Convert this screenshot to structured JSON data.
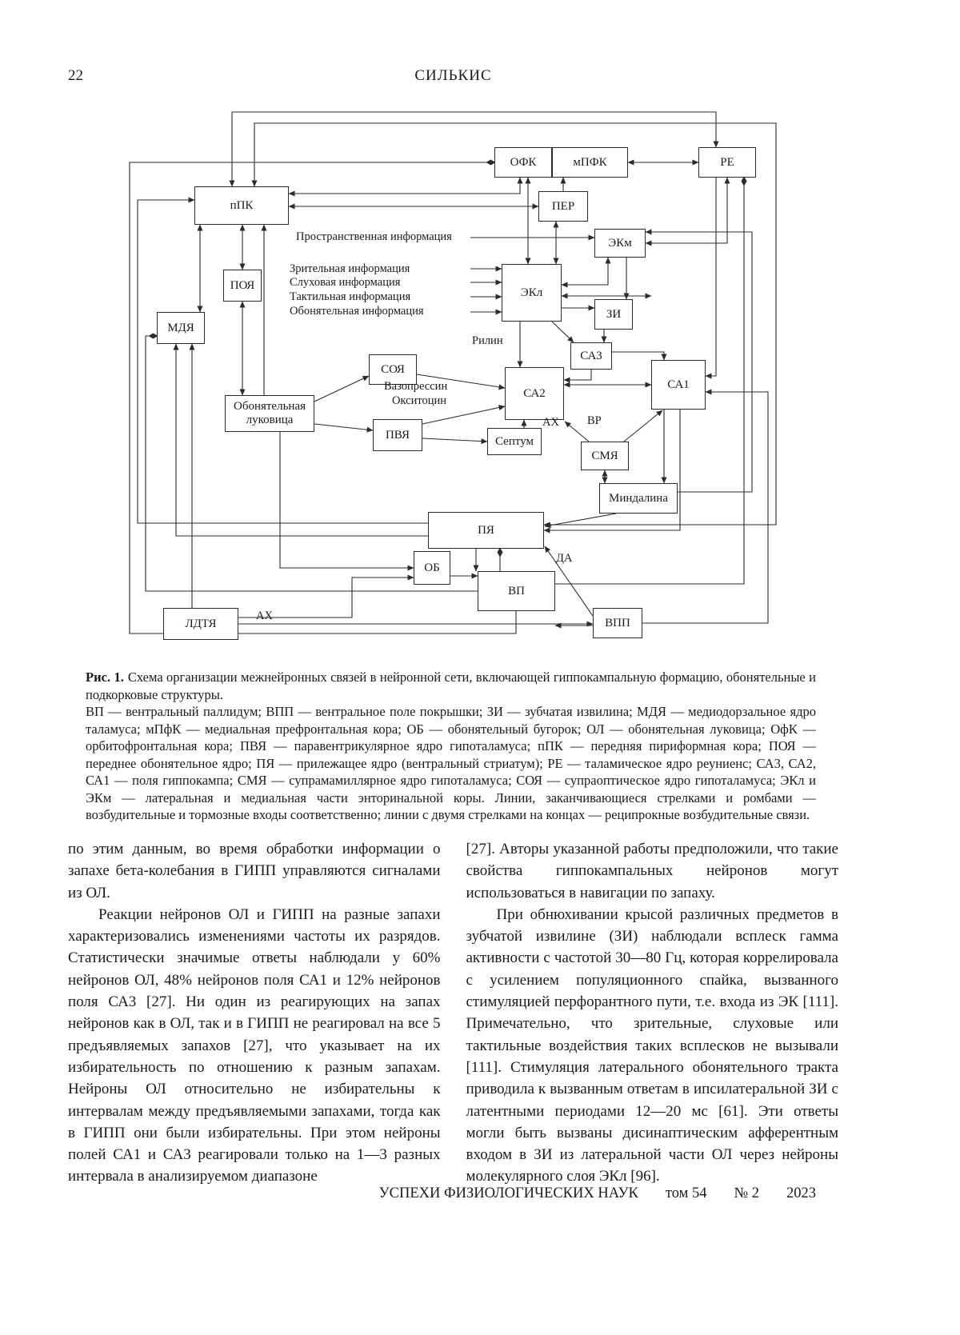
{
  "header": {
    "page_number": "22",
    "running_title": "СИЛЬКИС"
  },
  "diagram": {
    "nodes": [
      {
        "id": "ofk",
        "label": "ОФК"
      },
      {
        "id": "mpfk",
        "label": "мПФК"
      },
      {
        "id": "re",
        "label": "РЕ"
      },
      {
        "id": "ppk",
        "label": "пПК"
      },
      {
        "id": "per",
        "label": "ПЕР"
      },
      {
        "id": "ekm",
        "label": "ЭКм"
      },
      {
        "id": "poya",
        "label": "ПОЯ"
      },
      {
        "id": "ekl",
        "label": "ЭКл"
      },
      {
        "id": "zi",
        "label": "ЗИ"
      },
      {
        "id": "mdya",
        "label": "МДЯ"
      },
      {
        "id": "ca3",
        "label": "СА3"
      },
      {
        "id": "soya",
        "label": "СОЯ"
      },
      {
        "id": "ca2",
        "label": "СА2"
      },
      {
        "id": "ca1",
        "label": "СА1"
      },
      {
        "id": "olf-bulb",
        "label": "Обонятельная луковица"
      },
      {
        "id": "pvya",
        "label": "ПВЯ"
      },
      {
        "id": "septum",
        "label": "Септум"
      },
      {
        "id": "smya",
        "label": "СМЯ"
      },
      {
        "id": "amygdala",
        "label": "Миндалина"
      },
      {
        "id": "nacc",
        "label": "ПЯ"
      },
      {
        "id": "ob",
        "label": "ОБ"
      },
      {
        "id": "vp",
        "label": "ВП"
      },
      {
        "id": "ldtya",
        "label": "ЛДТЯ"
      },
      {
        "id": "vpp",
        "label": "ВПП"
      }
    ],
    "labels": [
      {
        "text": "Пространственная информация"
      },
      {
        "text": "Зрительная информация"
      },
      {
        "text": "Слуховая информация"
      },
      {
        "text": "Тактильная информация"
      },
      {
        "text": "Обонятельная информация"
      },
      {
        "text": "Рилин"
      },
      {
        "text": "Вазопрессин"
      },
      {
        "text": "Окситоцин"
      },
      {
        "text": "АХ"
      },
      {
        "text": "ВР"
      },
      {
        "text": "ДА"
      },
      {
        "text": "АХ"
      }
    ]
  },
  "figure": {
    "label": "Рис. 1.",
    "caption": "Схема организации межнейронных связей в нейронной сети, включающей гиппокампальную формацию, обонятельные и подкорковые структуры.",
    "legend": "ВП — вентральный паллидум; ВПП — вентральное поле покрышки; ЗИ — зубчатая извилина; МДЯ — медиодорзальное ядро таламуса; мПфК — медиальная префронтальная кора; ОБ — обонятельный бугорок; ОЛ — обонятельная луковица; ОфК — орбитофронтальная кора; ПВЯ — паравентрикулярное ядро гипоталамуса; пПК — передняя пириформная кора; ПОЯ — переднее обонятельное ядро; ПЯ — прилежащее ядро (вентральный стриатум); РЕ — таламическое ядро реуниенс; СА3, СА2, СА1 — поля гиппокампа; СМЯ — супрамамиллярное ядро гипоталамуса; СОЯ — супраоптическое ядро гипоталамуса; ЭКл и ЭКм — латеральная и медиальная части энторинальной коры. Линии, заканчивающиеся стрелками и ромбами — возбудительные и тормозные входы соответственно; линии с двумя стрелками на концах — реципрокные возбудительные связи."
  },
  "body": {
    "left": [
      "по этим данным, во время обработки информации о запахе бета-колебания в ГИПП управляются сигналами из ОЛ.",
      "Реакции нейронов ОЛ и ГИПП на разные запахи характеризовались изменениями частоты их разрядов. Статистически значимые ответы наблюдали у 60% нейронов ОЛ, 48% нейронов поля СА1 и 12% нейронов поля СА3 [27]. Ни один из реагирующих на запах нейронов как в ОЛ, так и в ГИПП не реагировал на все 5 предъявляемых запахов [27], что указывает на их избирательность по отношению к разным запахам. Нейроны ОЛ относительно не избирательны к интервалам между предъявляемыми запахами, тогда как в ГИПП они были избирательны. При этом нейроны полей СА1 и СА3 реагировали только на 1—3 разных интервала в анализируемом диапазоне"
    ],
    "right": [
      "[27]. Авторы указанной работы предположили, что такие свойства гиппокампальных нейронов могут использоваться в навигации по запаху.",
      "При обнюхивании крысой различных предметов в зубчатой извилине (ЗИ) наблюдали всплеск гамма активности с частотой 30—80 Гц, которая коррелировала с усилением популяционного спайка, вызванного стимуляцией перфорантного пути, т.е. входа из ЭК [111]. Примечательно, что зрительные, слуховые или тактильные воздействия таких всплесков не вызывали [111]. Стимуляция латерального обонятельного тракта приводила к вызванным ответам в ипсилатеральной ЗИ с латентными периодами 12—20 мс [61]. Эти ответы могли быть вызваны дисинаптическим афферентным входом в ЗИ из латеральной части ОЛ через нейроны молекулярного слоя ЭКл [96]."
    ]
  },
  "footer": {
    "journal": "УСПЕХИ ФИЗИОЛОГИЧЕСКИХ НАУК",
    "volume": "том 54",
    "issue": "№ 2",
    "year": "2023"
  }
}
